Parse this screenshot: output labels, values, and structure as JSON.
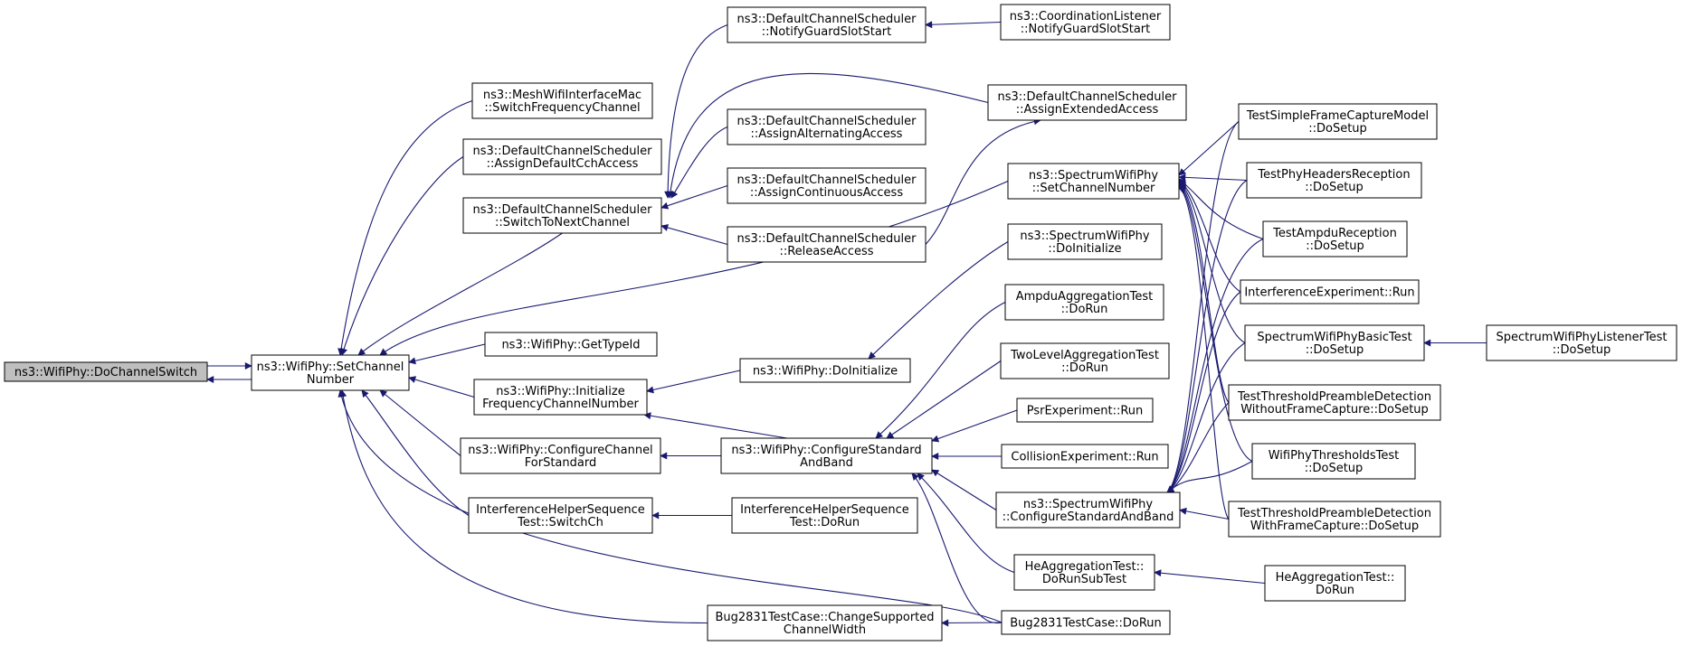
{
  "root": "ns3::WifiPhy::DoChannelSwitch",
  "nodes": {
    "dochannelswitch": [
      "ns3::WifiPhy::DoChannelSwitch"
    ],
    "setchannelnumber": [
      "ns3::WifiPhy::SetChannel",
      "Number"
    ],
    "meshswitchfreq": [
      "ns3::MeshWifiInterfaceMac",
      "::SwitchFrequencyChannel"
    ],
    "dcs_assigndefaultcch": [
      "ns3::DefaultChannelScheduler",
      "::AssignDefaultCchAccess"
    ],
    "dcs_switchtonext": [
      "ns3::DefaultChannelScheduler",
      "::SwitchToNextChannel"
    ],
    "dcs_notifyguard": [
      "ns3::DefaultChannelScheduler",
      "::NotifyGuardSlotStart"
    ],
    "coord_notifyguard": [
      "ns3::CoordinationListener",
      "::NotifyGuardSlotStart"
    ],
    "dcs_assignext": [
      "ns3::DefaultChannelScheduler",
      "::AssignExtendedAccess"
    ],
    "dcs_assignalt": [
      "ns3::DefaultChannelScheduler",
      "::AssignAlternatingAccess"
    ],
    "dcs_assigncont": [
      "ns3::DefaultChannelScheduler",
      "::AssignContinuousAccess"
    ],
    "dcs_release": [
      "ns3::DefaultChannelScheduler",
      "::ReleaseAccess"
    ],
    "swp_setchannel": [
      "ns3::SpectrumWifiPhy",
      "::SetChannelNumber"
    ],
    "swp_doinit": [
      "ns3::SpectrumWifiPhy",
      "::DoInitialize"
    ],
    "wp_gettypeid": [
      "ns3::WifiPhy::GetTypeId"
    ],
    "wp_initfreq": [
      "ns3::WifiPhy::Initialize",
      "FrequencyChannelNumber"
    ],
    "wp_doinit": [
      "ns3::WifiPhy::DoInitialize"
    ],
    "wp_configchannel": [
      "ns3::WifiPhy::ConfigureChannel",
      "ForStandard"
    ],
    "wp_configstd": [
      "ns3::WifiPhy::ConfigureStandard",
      "AndBand"
    ],
    "ihs_switchch": [
      "InterferenceHelperSequence",
      "Test::SwitchCh"
    ],
    "ihs_dorun": [
      "InterferenceHelperSequence",
      "Test::DoRun"
    ],
    "bug_changesupported": [
      "Bug2831TestCase::ChangeSupported",
      "ChannelWidth"
    ],
    "bug_dorun": [
      "Bug2831TestCase::DoRun"
    ],
    "ampdu_agg": [
      "AmpduAggregationTest",
      "::DoRun"
    ],
    "twolevel_agg": [
      "TwoLevelAggregationTest",
      "::DoRun"
    ],
    "psr_run": [
      "PsrExperiment::Run"
    ],
    "coll_run": [
      "CollisionExperiment::Run"
    ],
    "swp_configstd": [
      "ns3::SpectrumWifiPhy",
      "::ConfigureStandardAndBand"
    ],
    "he_dorunsub": [
      "HeAggregationTest::",
      "DoRunSubTest"
    ],
    "he_dorun": [
      "HeAggregationTest::",
      "DoRun"
    ],
    "t_simpleframe": [
      "TestSimpleFrameCaptureModel",
      "::DoSetup"
    ],
    "t_phyheaders": [
      "TestPhyHeadersReception",
      "::DoSetup"
    ],
    "t_ampdurecep": [
      "TestAmpduReception",
      "::DoSetup"
    ],
    "interf_run": [
      "InterferenceExperiment::Run"
    ],
    "swp_basictest": [
      "SpectrumWifiPhyBasicTest",
      "::DoSetup"
    ],
    "swp_listenertest": [
      "SpectrumWifiPhyListenerTest",
      "::DoSetup"
    ],
    "t_thresh_without": [
      "TestThresholdPreambleDetection",
      "WithoutFrameCapture::DoSetup"
    ],
    "wp_threshtest": [
      "WifiPhyThresholdsTest",
      "::DoSetup"
    ],
    "t_thresh_with": [
      "TestThresholdPreambleDetection",
      "WithFrameCapture::DoSetup"
    ]
  },
  "colors": {
    "edge": "#191970",
    "root_fill": "#bfbfbf",
    "box_stroke": "#000000"
  }
}
